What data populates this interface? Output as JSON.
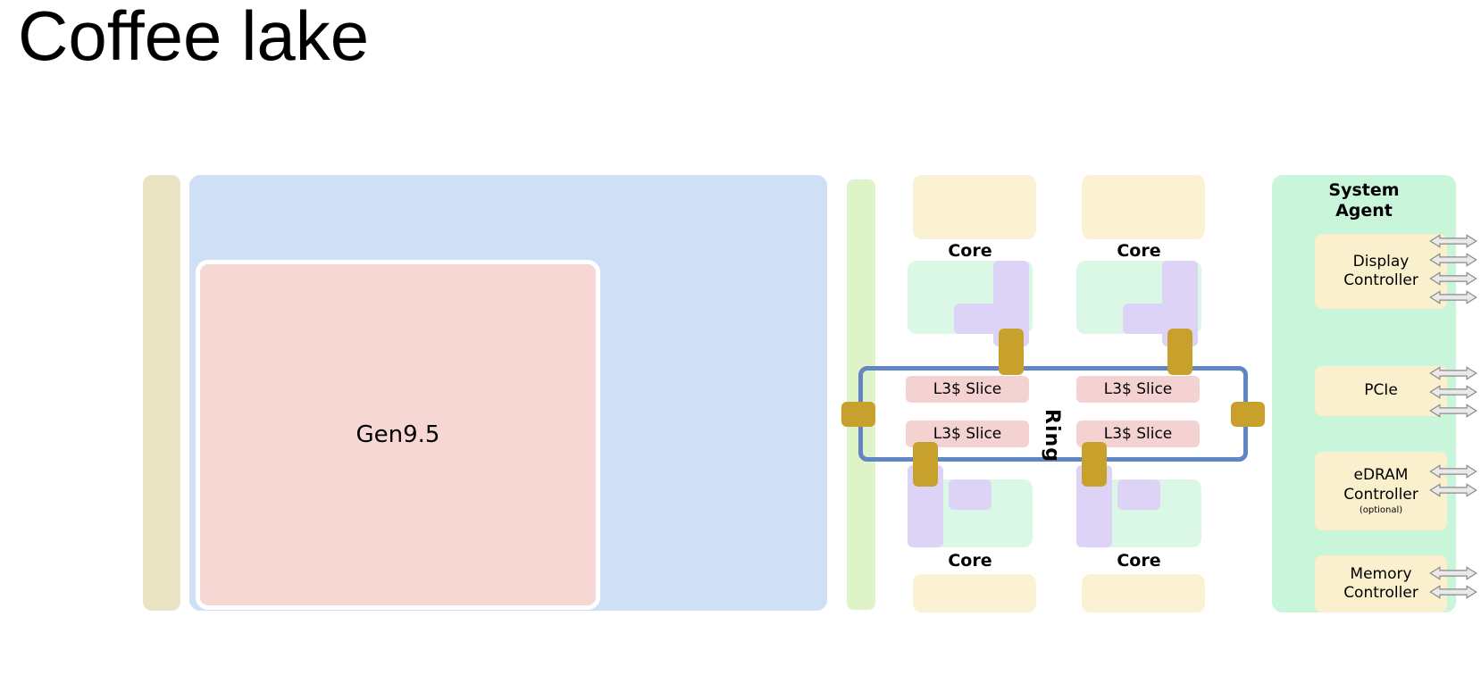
{
  "title": "Coffee lake",
  "gpu": {
    "label": "Gen9.5"
  },
  "cores": {
    "top_left": "Core",
    "top_right": "Core",
    "bottom_left": "Core",
    "bottom_right": "Core"
  },
  "l3": {
    "top_left": "L3$ Slice",
    "top_right": "L3$ Slice",
    "bottom_left": "L3$ Slice",
    "bottom_right": "L3$ Slice"
  },
  "ring": {
    "label": "Ring"
  },
  "system_agent": {
    "title": "System Agent",
    "controllers": [
      {
        "label": "Display Controller",
        "arrows": 4
      },
      {
        "label": "PCIe",
        "arrows": 3
      },
      {
        "label": "eDRAM Controller",
        "note": "(optional)",
        "arrows": 2
      },
      {
        "label": "Memory Controller",
        "arrows": 2
      }
    ]
  },
  "colors": {
    "left_bar": "#EAE3C4",
    "gpu_block": "#CEDFF6",
    "gen_block": "#F6D7D3",
    "divider_bar": "#DFF3C8",
    "core_block": "#FAF2D3",
    "core_cache": "#DBF7E5",
    "core_l2": "#DCD3F6",
    "l3_slice": "#F4D2D2",
    "ring_bus": "#6285C3",
    "ring_stop": "#C8A12C",
    "system_agent": "#C9F5DB",
    "controller": "#FAF0CD",
    "arrow_fill": "#E9E9E9",
    "arrow_stroke": "#8A8A8A"
  }
}
